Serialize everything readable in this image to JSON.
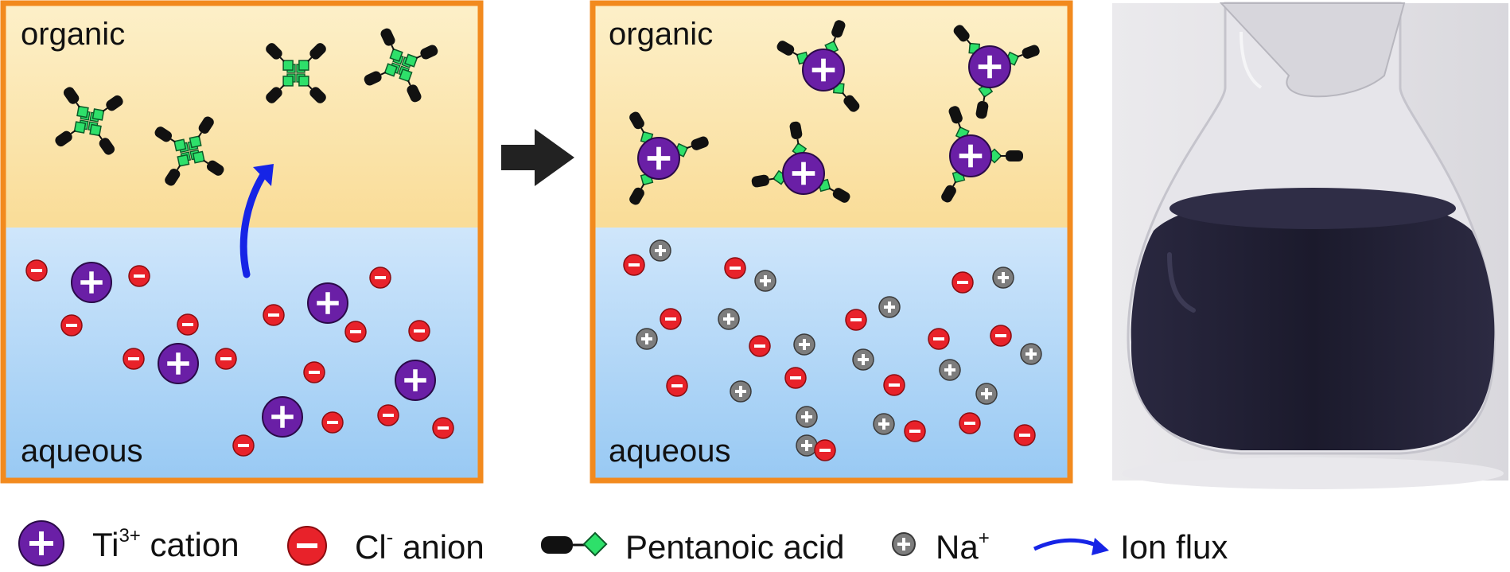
{
  "panels": [
    {
      "top_label": "organic",
      "bottom_label": "aqueous"
    },
    {
      "top_label": "organic",
      "bottom_label": "aqueous"
    }
  ],
  "legend": {
    "ti_label": "Ti",
    "ti_superscript": "3+",
    "ti_suffix": " cation",
    "cl_label": "Cl",
    "cl_superscript": "-",
    "cl_suffix": " anion",
    "acid_label": "Pentanoic acid",
    "na_label": "Na",
    "na_superscript": "+",
    "flux_label": "Ion flux"
  },
  "colors": {
    "organic_phase": "#fbe3a6",
    "aqueous_phase": "#a9d3f6",
    "frame": "#f28a1e",
    "ti_cation": "#6a1fa6",
    "cl_anion": "#e8222a",
    "na_cation": "#7d7d7d",
    "acid_head": "#2ee06a",
    "acid_tail": "#111111",
    "ion_flux": "#1624e6",
    "solution": "#1f1d33"
  },
  "photo_description": "dark blue-black solution in a glass Erlenmeyer flask"
}
